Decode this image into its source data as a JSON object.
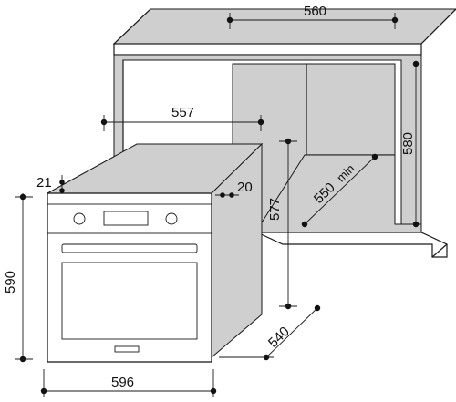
{
  "dimensions": {
    "cabinet_width": "560",
    "oven_depth_total": "557",
    "cabinet_height": "580",
    "top_offset": "21",
    "side_offset": "20",
    "niche_depth": "550",
    "niche_depth_suffix": "min",
    "niche_height": "577",
    "oven_height": "590",
    "base_depth": "540",
    "oven_width": "596"
  }
}
